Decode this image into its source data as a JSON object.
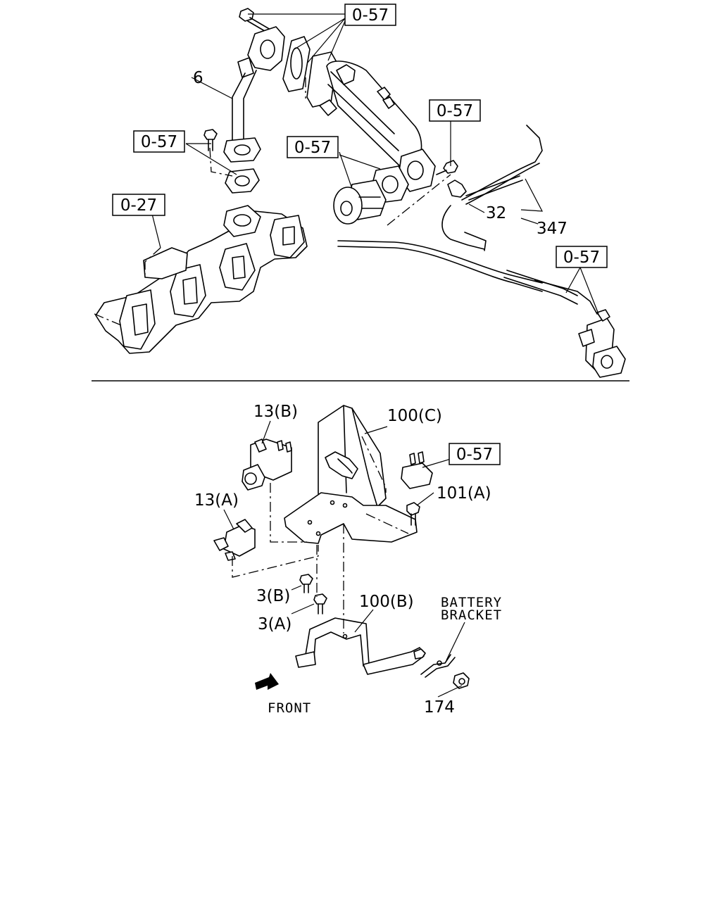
{
  "refs": {
    "r1": "0-57",
    "r2": "0-57",
    "r3": "0-57",
    "r4": "0-57",
    "r5": "0-27",
    "r6": "0-57",
    "r7": "0-57"
  },
  "labels": {
    "p6": "6",
    "p32": "32",
    "p347": "347",
    "p13b": "13(B)",
    "p13a": "13(A)",
    "p100c": "100(C)",
    "p101a": "101(A)",
    "p3b": "3(B)",
    "p3a": "3(A)",
    "p100b": "100(B)",
    "p174": "174"
  },
  "notes": {
    "battery_line1": "BATTERY",
    "battery_line2": "BRACKET",
    "front": "FRONT"
  }
}
